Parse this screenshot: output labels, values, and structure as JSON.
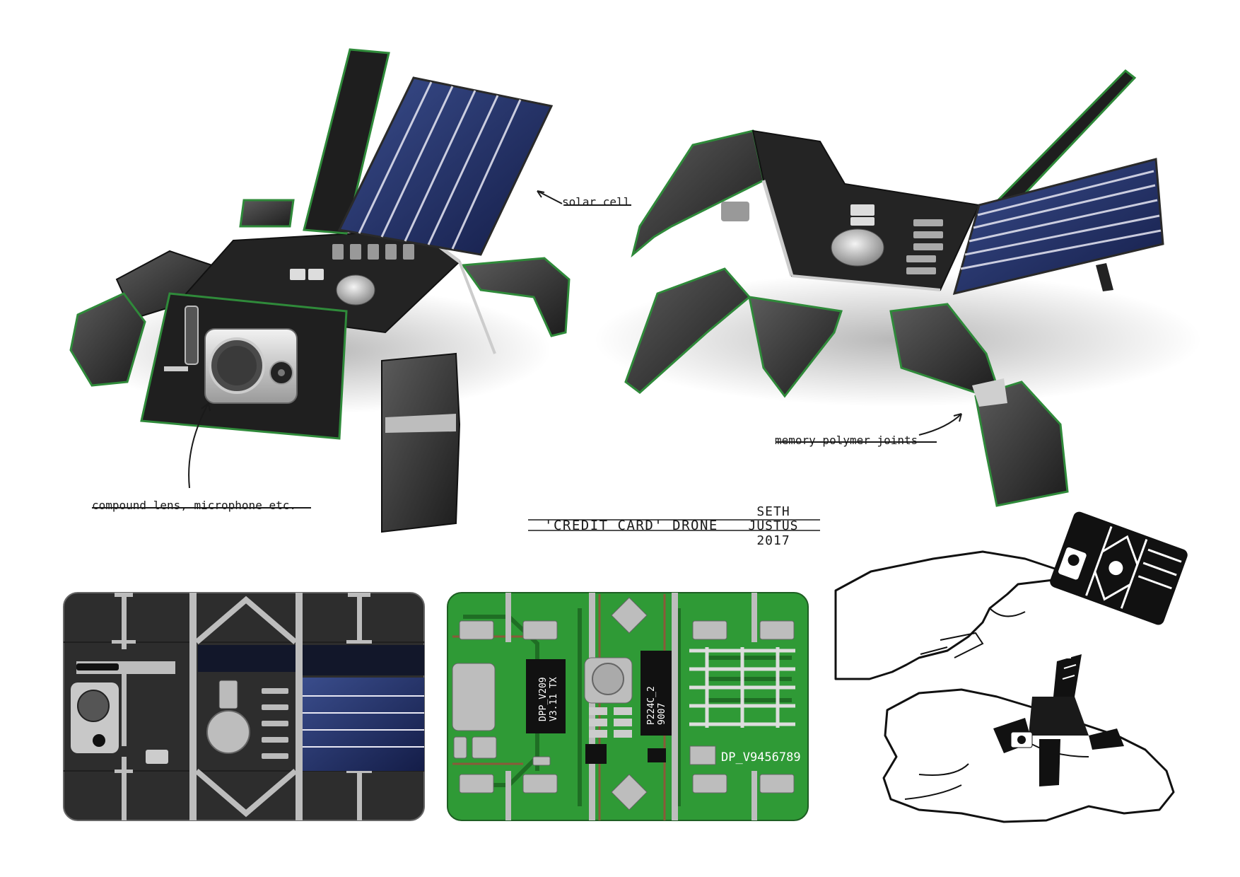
{
  "sheet": {
    "title": "'CREDIT CARD' DRONE",
    "artist": {
      "first": "SETH",
      "last": "JUSTUS",
      "year": "2017"
    }
  },
  "callouts": {
    "solar": "solar cell",
    "joints": "memory polymer joints",
    "lens": "compound lens, microphone etc."
  },
  "pcb": {
    "chip_left": [
      "DPP_V209",
      "V3.11 TX"
    ],
    "chip_right": [
      "P224C_2",
      "9007"
    ],
    "serial": "DP_V9456789"
  },
  "colors": {
    "card_black": "#2e2e2e",
    "solar_blue": "#1c2a5e",
    "pcb_green": "#2f9a36",
    "trace_green": "#1f6e24",
    "trace_copper": "#8a5a3a",
    "edge_green": "#2f8a3a"
  }
}
